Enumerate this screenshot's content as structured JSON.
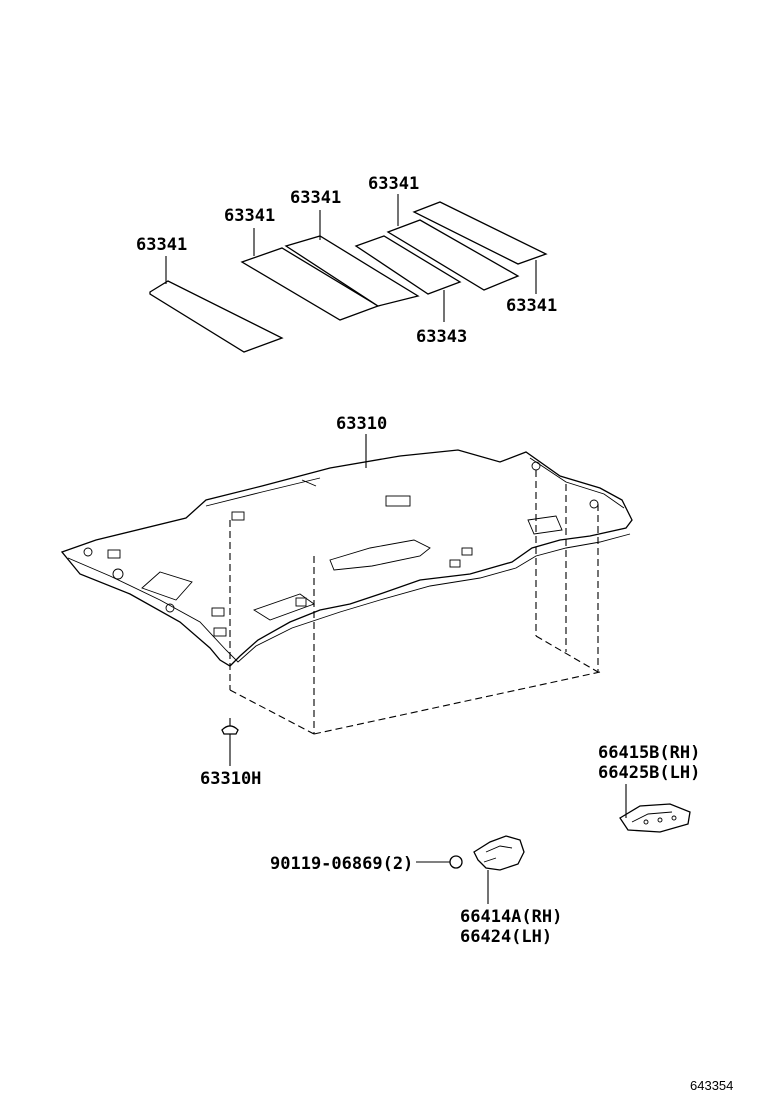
{
  "labels": {
    "pad_a": "63341",
    "pad_b": "63341",
    "pad_c": "63341",
    "pad_d": "63341",
    "pad_e": "63341",
    "pad_f": "63343",
    "headliner": "63310",
    "clip": "63310H",
    "handle_rh": "66415B(RH)",
    "handle_lh": "66425B(LH)",
    "screw": "90119-06869(2)",
    "bracket_rh": "66414A(RH)",
    "bracket_lh": "66424(LH)"
  },
  "figure_id": "643354",
  "colors": {
    "line": "#000000",
    "background": "#ffffff"
  }
}
